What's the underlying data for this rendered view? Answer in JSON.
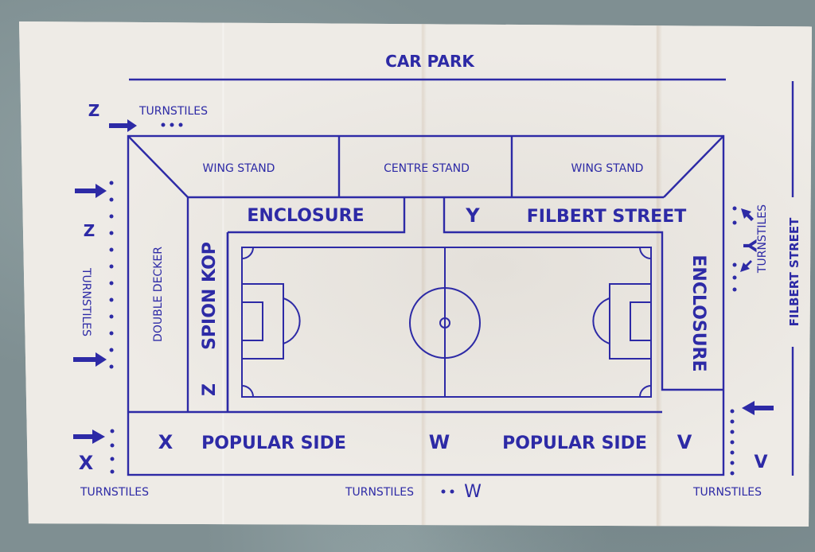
{
  "ticket_map": {
    "top_label": "CAR PARK",
    "right_street_label": "FILBERT STREET",
    "stands": {
      "wing_stand_left": "WING STAND",
      "centre_stand": "CENTRE STAND",
      "wing_stand_right": "WING STAND",
      "enclosure_top": "ENCLOSURE",
      "filbert_street_stand": "FILBERT STREET",
      "filbert_street_letter": "Y",
      "enclosure_right": "ENCLOSURE",
      "double_decker": "DOUBLE DECKER",
      "spion_kop": "SPION KOP",
      "spion_kop_letter": "Z",
      "popular_side_left": "POPULAR SIDE",
      "popular_side_left_letter": "X",
      "popular_side_centre_letter": "W",
      "popular_side_right": "POPULAR SIDE",
      "popular_side_right_letter": "V"
    },
    "turnstiles": {
      "top_left": {
        "letter": "Z",
        "label": "TURNSTILES"
      },
      "left": {
        "letter": "Z",
        "label": "TURNSTILES"
      },
      "bottom_left": {
        "letter": "X",
        "label": "TURNSTILES"
      },
      "bottom_centre": {
        "letter": "W",
        "label": "TURNSTILES"
      },
      "bottom_right": {
        "letter": "V",
        "label": "TURNSTILES"
      },
      "right": {
        "letter": "Y",
        "label": "TURNSTILES"
      }
    },
    "colors": {
      "ink": "#2d2aa6",
      "paper": "#ece8e2",
      "background": "#7f8f92"
    }
  }
}
